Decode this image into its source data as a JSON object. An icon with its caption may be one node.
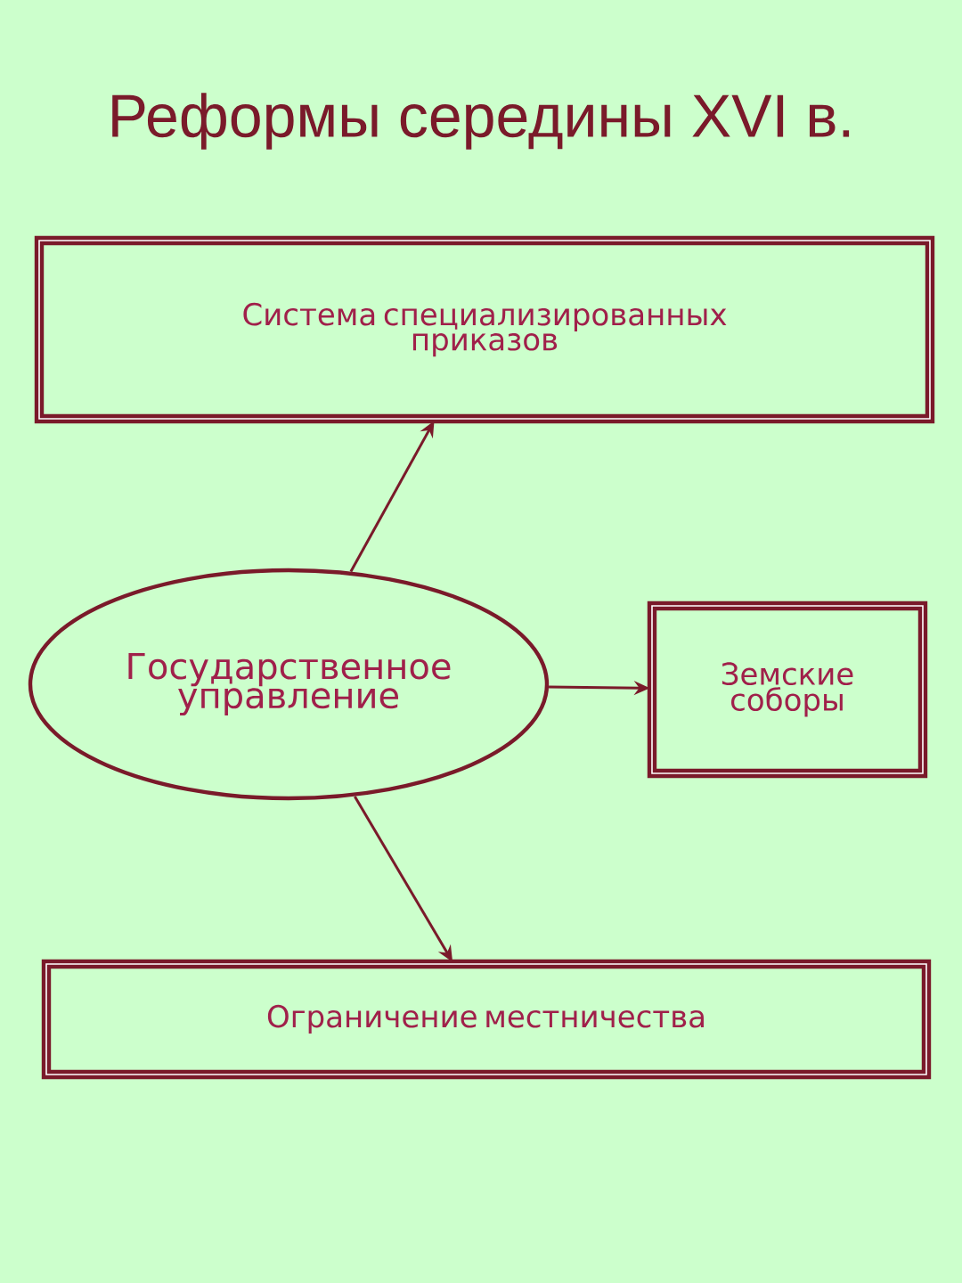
{
  "diagram": {
    "title": "Реформы середины XVI в.",
    "nodes": [
      {
        "text": [
          "Система специализированных приказов"
        ]
      },
      {
        "text": [
          "Государственное управление"
        ]
      },
      {
        "text": [
          "Земские соборы"
        ]
      },
      {
        "text": [
          "Ограничение местничества"
        ]
      }
    ],
    "edges": [
      {
        "from": 1,
        "to": 0,
        "arrow": "to"
      },
      {
        "from": 1,
        "to": 2,
        "arrow": "to"
      },
      {
        "from": 1,
        "to": 3,
        "arrow": "to"
      }
    ]
  }
}
